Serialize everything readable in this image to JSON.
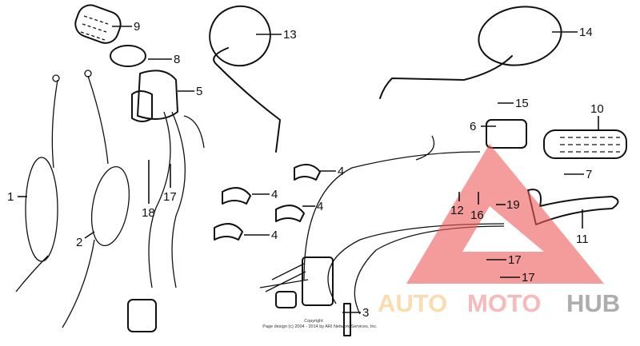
{
  "callouts": {
    "c9": "9",
    "c8": "8",
    "c13": "13",
    "c14": "14",
    "c5": "5",
    "c15": "15",
    "c10": "10",
    "c6": "6",
    "c4a": "4",
    "c4b": "4",
    "c4c": "4",
    "c4d": "4",
    "c7": "7",
    "c1": "1",
    "c2": "2",
    "c17a": "17",
    "c18": "18",
    "c12": "12",
    "c16": "16",
    "c19": "19",
    "c11": "11",
    "c17b": "17",
    "c17c": "17",
    "c3": "3"
  },
  "copyright": {
    "line1": "Copyright",
    "line2": "Page design (c) 2004 - 2014 by ARI Network Services, Inc."
  },
  "watermark": {
    "part1": "AUTO",
    "part2": "MOTO",
    "part3": "HUB",
    "colors": {
      "auto": "#f7c57a",
      "moto": "#f28b8b",
      "hub": "#8c8c8c",
      "triangle": "#ee5a5a"
    }
  }
}
